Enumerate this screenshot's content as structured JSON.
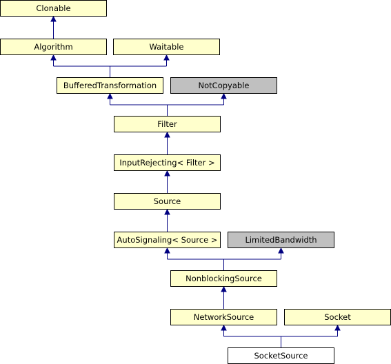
{
  "colors": {
    "documented_class_fill": "#ffffcc",
    "undocumented_class_fill": "#c0c0c0",
    "current_class_fill": "#ffffff",
    "edge": "#000080"
  },
  "nodes": {
    "clonable": {
      "label": "Clonable"
    },
    "algorithm": {
      "label": "Algorithm"
    },
    "waitable": {
      "label": "Waitable"
    },
    "buffered_transformation": {
      "label": "BufferedTransformation"
    },
    "not_copyable": {
      "label": "NotCopyable"
    },
    "filter": {
      "label": "Filter"
    },
    "input_rejecting": {
      "label": "InputRejecting< Filter >"
    },
    "source": {
      "label": "Source"
    },
    "auto_signaling": {
      "label": "AutoSignaling< Source >"
    },
    "limited_bandwidth": {
      "label": "LimitedBandwidth"
    },
    "nonblocking_source": {
      "label": "NonblockingSource"
    },
    "network_source": {
      "label": "NetworkSource"
    },
    "socket": {
      "label": "Socket"
    },
    "socket_source": {
      "label": "SocketSource"
    }
  }
}
